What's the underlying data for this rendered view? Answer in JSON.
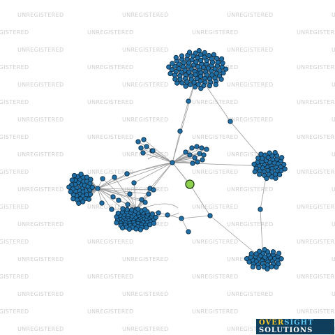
{
  "watermark": {
    "text": "UNREGISTERED"
  },
  "logo": {
    "line1_a": "OVER",
    "line1_b": "SIGHT",
    "line2": "SOLUTIONS"
  },
  "colors": {
    "node_fill": "#1f6fa6",
    "node_stroke": "#0d2a40",
    "focus_fill": "#8fd14f",
    "edge": "#9a9a9a",
    "watermark": "#cfcfcf",
    "logo_bg": "#0f3d5c",
    "logo_text": "#f3c62b",
    "logo_accent": "#5fc3f0"
  }
}
